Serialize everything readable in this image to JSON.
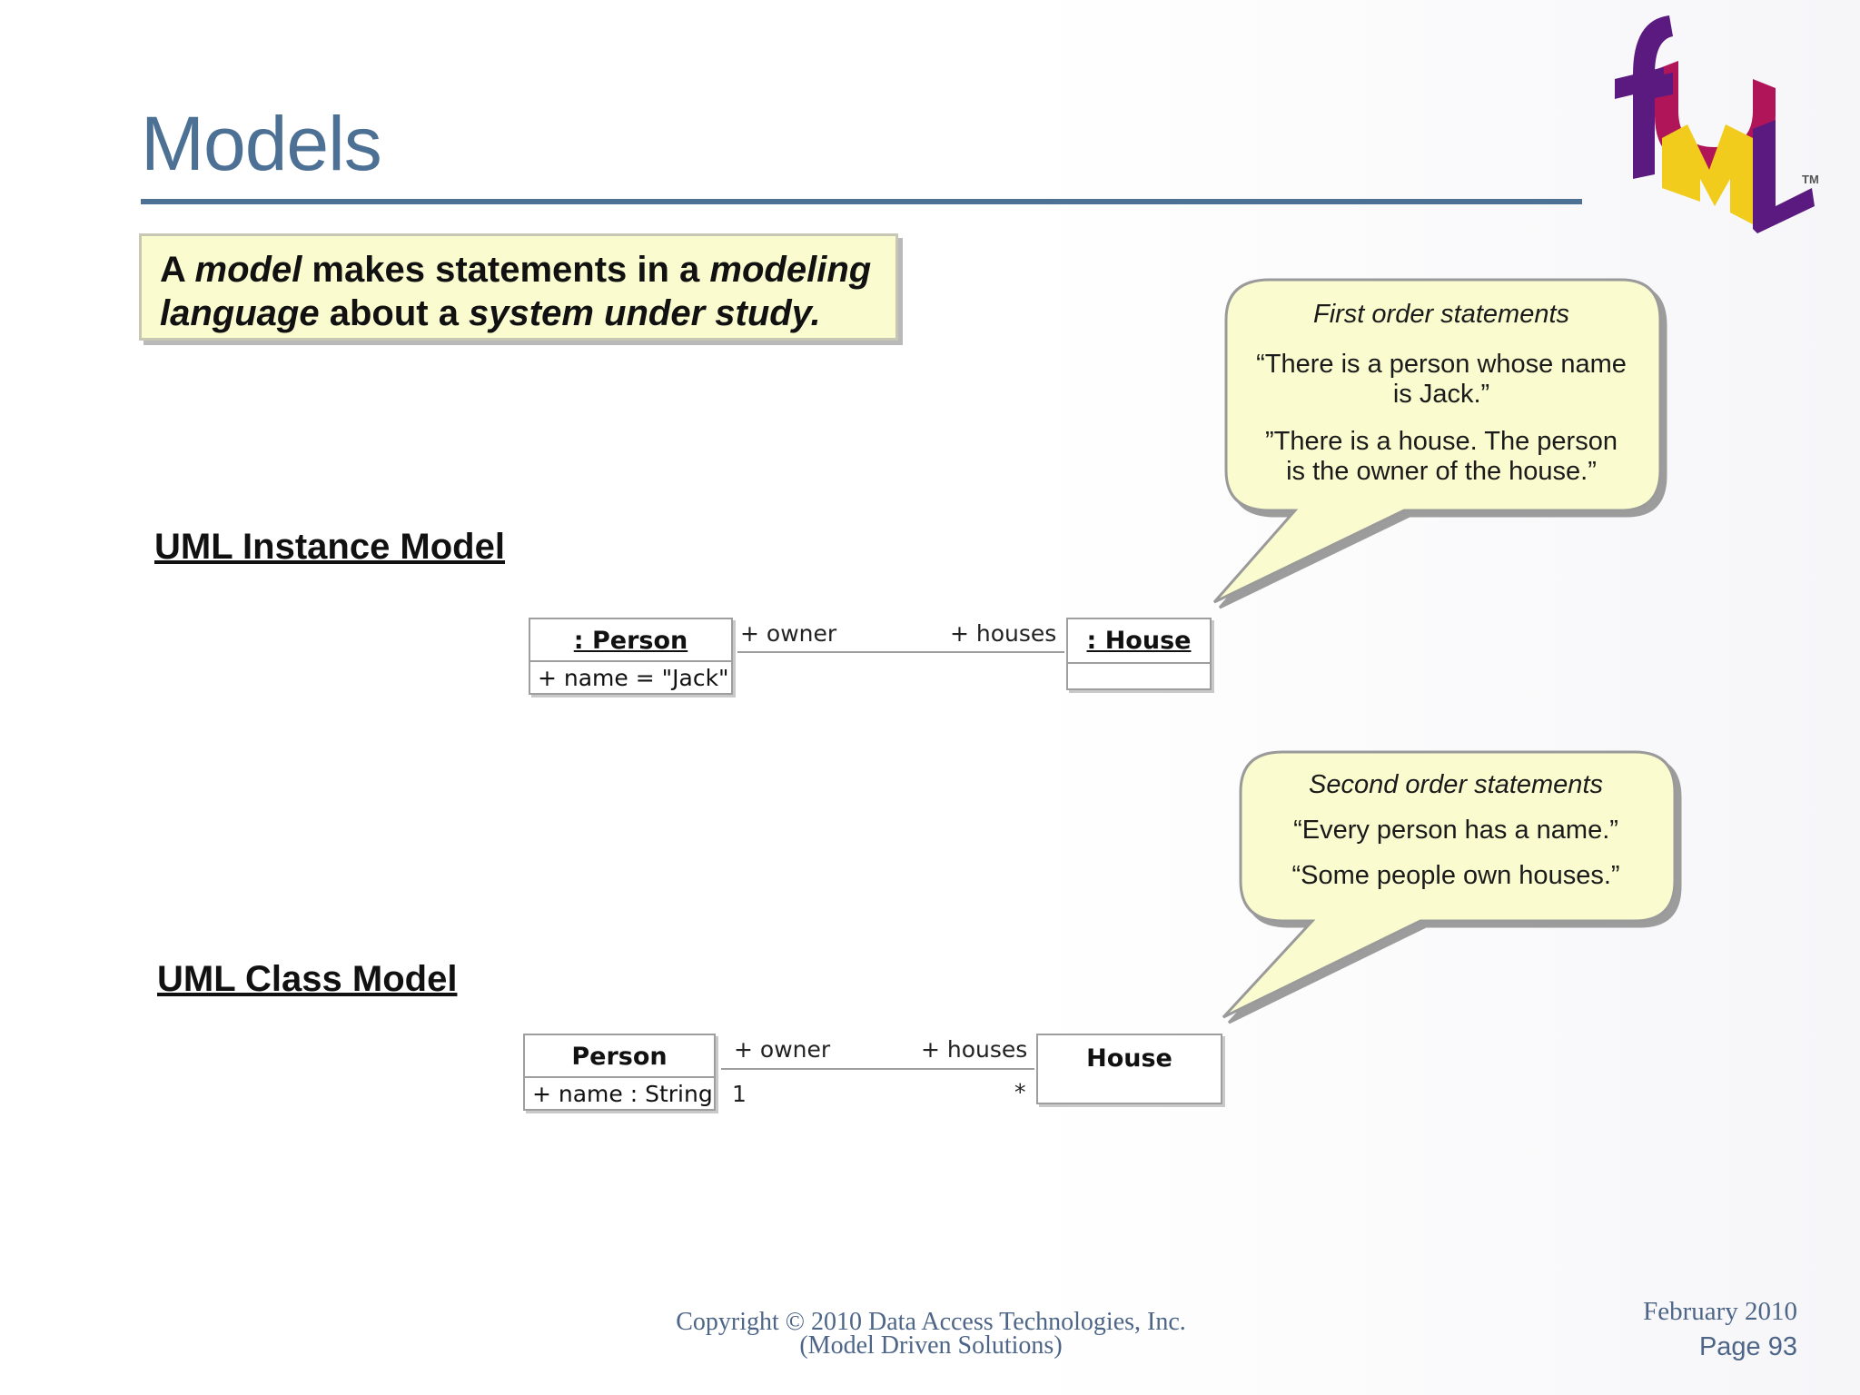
{
  "slide": {
    "title": "Models",
    "definition": {
      "part1": "A ",
      "em1": "model",
      "part2": " makes statements in a ",
      "em2": "modeling language",
      "part3": " about a ",
      "em3": "system under study."
    },
    "logo": {
      "letters": "fUML",
      "tm": "TM"
    }
  },
  "instance_model": {
    "heading": "UML Instance Model",
    "person": {
      "name": ": Person",
      "attribute": "+ name = \"Jack\""
    },
    "house": {
      "name": ": House"
    },
    "association": {
      "owner_label": "+ owner",
      "houses_label": "+ houses"
    }
  },
  "class_model": {
    "heading": "UML Class Model",
    "person": {
      "name": "Person",
      "attribute": "+ name : String"
    },
    "house": {
      "name": "House"
    },
    "association": {
      "owner_label": "+ owner",
      "houses_label": "+ houses",
      "owner_multiplicity": "1",
      "houses_multiplicity": "*"
    }
  },
  "callouts": {
    "first": {
      "title": "First order statements",
      "line1": "“There is a person whose name",
      "line2": "is Jack.”",
      "line3": "”There is a house. The person",
      "line4": "is the owner of the house.”"
    },
    "second": {
      "title": "Second order statements",
      "line1": "“Every person has a name.”",
      "line2": "“Some people own houses.”"
    }
  },
  "footer": {
    "copyright": "Copyright © 2010 Data Access Technologies, Inc.",
    "company": "(Model Driven Solutions)",
    "date": "February 2010",
    "page": "Page 93"
  },
  "colors": {
    "title": "#4d7095",
    "callout_fill": "#fbfbd0",
    "callout_border": "#9a9a9a",
    "logo_purple": "#5a1a80",
    "logo_yellow": "#f2cc1d",
    "logo_red": "#b0155a"
  }
}
